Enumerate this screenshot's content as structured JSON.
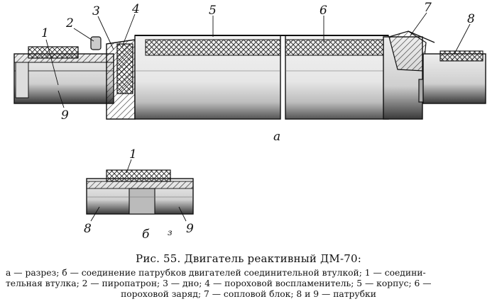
{
  "figure": {
    "labels_top": [
      "1",
      "2",
      "3",
      "4",
      "5",
      "6",
      "7",
      "8",
      "9"
    ],
    "sublabel_a": "а",
    "labels_bottom": [
      "1",
      "8",
      "9"
    ],
    "sublabel_b": "б",
    "stray_mark": "з"
  },
  "caption": "Рис. 55. Двигатель реактивный ДМ-70:",
  "legend": {
    "line1": "а — разрез; б — соединение патрубков двигателей соединительной втулкой; 1 — соедини-",
    "line2": "тельная втулка; 2 — пиропатрон; 3 — дно; 4 — пороховой воспламенитель; 5 — корпус; 6 —",
    "line3": "пороховой заряд; 7 — сопловой блок; 8 и 9 — патрубки"
  }
}
